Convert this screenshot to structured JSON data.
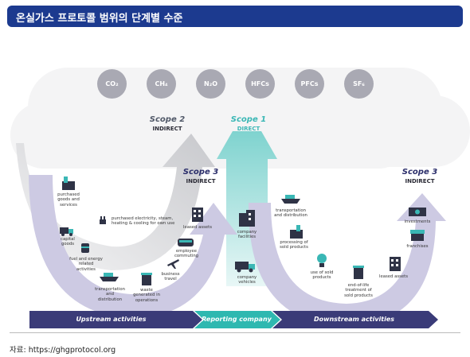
{
  "title": "온실가스 프로토콜 범위의 단계별 수준",
  "gases": [
    "CO₂",
    "CH₄",
    "N₂O",
    "HFCs",
    "PFCs",
    "SF₆"
  ],
  "scope2": {
    "title": "Scope 2",
    "sub": "INDIRECT"
  },
  "scope1": {
    "title": "Scope 1",
    "sub": "DIRECT"
  },
  "scope3_up": {
    "title": "Scope 3",
    "sub": "INDIRECT"
  },
  "scope3_down": {
    "title": "Scope 3",
    "sub": "INDIRECT"
  },
  "upstream": {
    "purchased_goods": "purchased goods and services",
    "capital_goods": "capital goods",
    "fuel_energy": "fuel and energy related activities",
    "transport": "transportation and distribution",
    "waste": "waste generated in operations",
    "business_travel": "business travel",
    "employee_commuting": "employee commuting",
    "leased_assets": "leased assets",
    "purchased_electricity": "purchased electricity, steam, heating & cooling for own use"
  },
  "reporting": {
    "facilities": "company facilities",
    "vehicles": "company vehicles"
  },
  "downstream": {
    "transport": "transportation and distribution",
    "processing": "processing of sold products",
    "use": "use of sold products",
    "end_of_life": "end-of-life treatment of sold products",
    "leased_assets": "leased assets",
    "franchises": "franchises",
    "investments": "investments"
  },
  "bars": {
    "upstream": "Upstream activities",
    "reporting": "Reporting company",
    "downstream": "Downstream activities"
  },
  "colors": {
    "title_bg": "#1c3a8f",
    "bar_navy": "#3a3b78",
    "bar_teal": "#2eb8b0",
    "scope_teal": "#3ab7b5",
    "scope_navy": "#2b2e6b",
    "arrow_lavender": "#c9c6e2",
    "arrow_gray": "#d2d3d7"
  },
  "source": "자료: https://ghgprotocol.org"
}
